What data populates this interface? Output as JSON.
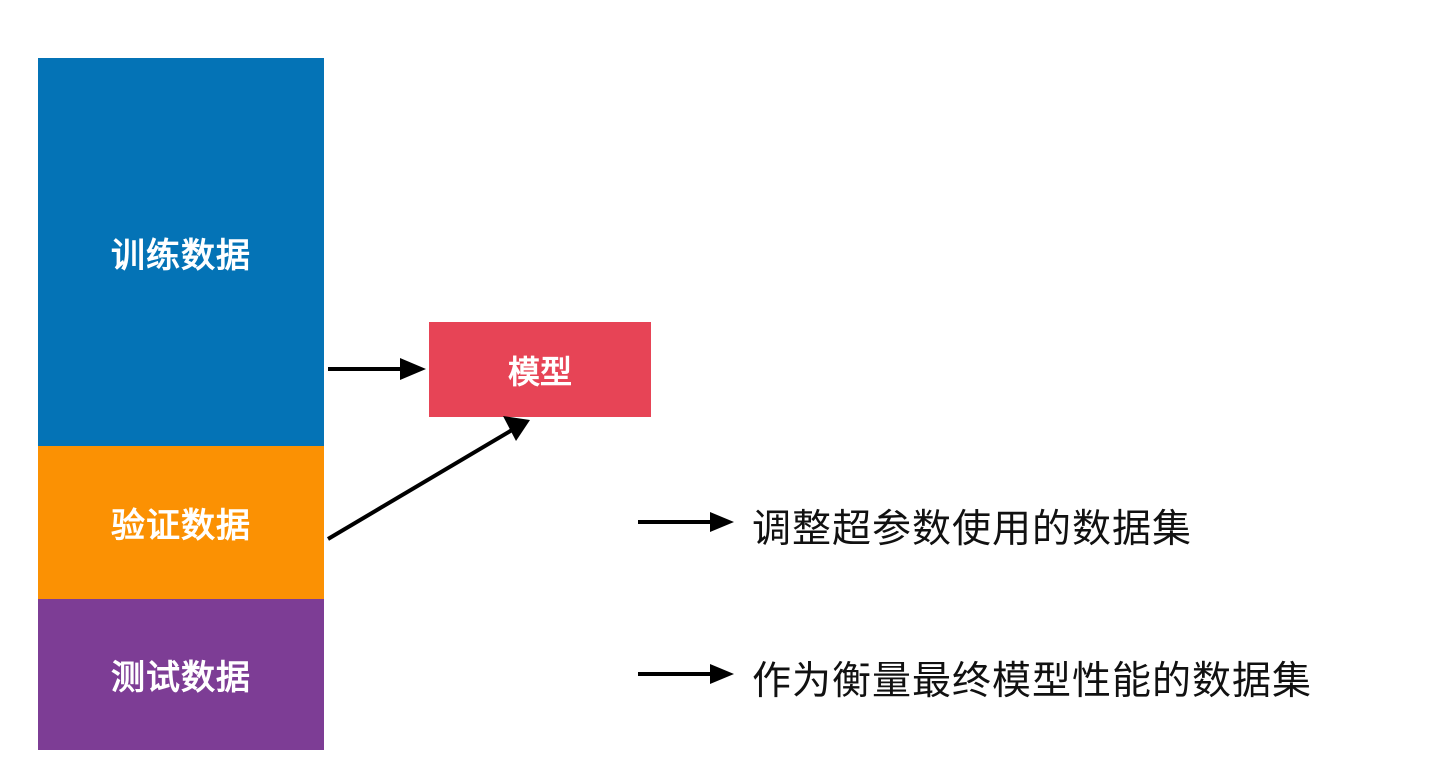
{
  "blocks": {
    "train": {
      "label": "训练数据",
      "color": "#0473b6"
    },
    "validation": {
      "label": "验证数据",
      "color": "#fb9103"
    },
    "test": {
      "label": "测试数据",
      "color": "#7d3d95"
    }
  },
  "model": {
    "label": "模型",
    "color": "#e74456"
  },
  "notes": {
    "validation": "调整超参数使用的数据集",
    "test": "作为衡量最终模型性能的数据集"
  },
  "colors": {
    "arrow": "#000000",
    "text": "#111111",
    "background": "#ffffff"
  }
}
